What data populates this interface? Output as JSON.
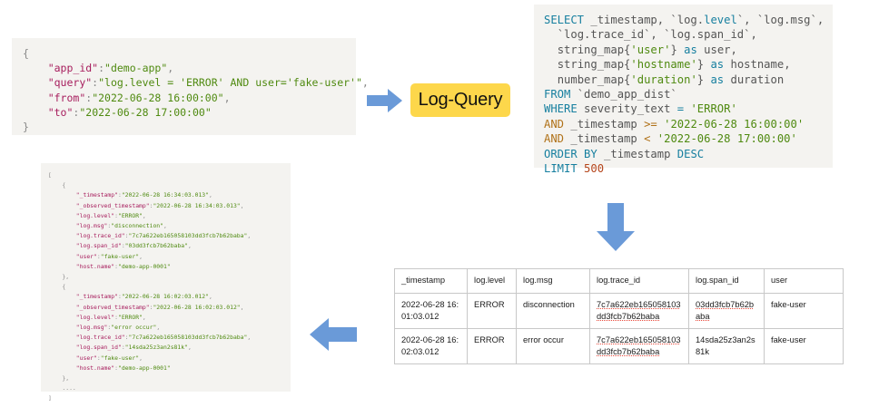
{
  "diagram": {
    "title": "Log-Query flow",
    "badge_label": "Log-Query",
    "arrows": [
      {
        "name": "arrow-right",
        "direction": "right",
        "color": "#6a9ad8"
      },
      {
        "name": "arrow-down",
        "direction": "down",
        "color": "#6a9ad8"
      },
      {
        "name": "arrow-left",
        "direction": "left",
        "color": "#6a9ad8"
      }
    ],
    "accent_color": "#fdd74b",
    "panel_bg": "#f4f3f0"
  },
  "request_json": {
    "lines": [
      "{",
      "    \"app_id\":\"demo-app\",",
      "    \"query\":\"log.level = 'ERROR' AND user='fake-user'\",",
      "    \"from\":\"2022-06-28 16:00:00\",",
      "    \"to\":\"2022-06-28 17:00:00\"",
      "}"
    ],
    "fields": {
      "app_id": "demo-app",
      "query": "log.level = 'ERROR' AND user='fake-user'",
      "from": "2022-06-28 16:00:00",
      "to": "2022-06-28 17:00:00"
    }
  },
  "sql": {
    "lines": [
      "SELECT _timestamp, `log.level`, `log.msg`,",
      "  `log.trace_id`, `log.span_id`,",
      "  string_map{'user'} as user,",
      "  string_map{'hostname'} as hostname,",
      "  number_map{'duration'} as duration",
      "FROM `demo_app_dist`",
      "WHERE severity_text = 'ERROR'",
      "AND _timestamp >= '2022-06-28 16:00:00'",
      "AND _timestamp < '2022-06-28 17:00:00'",
      "ORDER BY _timestamp DESC",
      "LIMIT 500"
    ],
    "table": "demo_app_dist",
    "limit": "500",
    "order_by": "_timestamp DESC"
  },
  "response_json": {
    "records": [
      {
        "_timestamp": "2022-06-28 16:34:03.013",
        "_observed_timestamp": "2022-06-28 16:34:03.013",
        "log.level": "ERROR",
        "log.msg": "disconnection",
        "log.trace_id": "7c7a622eb165058103dd3fcb7b62baba",
        "log.span_id": "03dd3fcb7b62baba",
        "user": "fake-user",
        "host.name": "demo-app-0001"
      },
      {
        "_timestamp": "2022-06-28 16:02:03.012",
        "_observed_timestamp": "2022-06-28 16:02:03.012",
        "log.level": "ERROR",
        "log.msg": "error occur",
        "log.trace_id": "7c7a622eb165058103dd3fcb7b62baba",
        "log.span_id": "14sda25z3an2s81k",
        "user": "fake-user",
        "host.name": "demo-app-0001"
      }
    ],
    "ellipsis": "...."
  },
  "results_table": {
    "columns": [
      "_timestamp",
      "log.level",
      "log.msg",
      "log.trace_id",
      "log.span_id",
      "user"
    ],
    "rows": [
      {
        "_timestamp": "2022-06-28 16:01:03.012",
        "log.level": "ERROR",
        "log.msg": "disconnection",
        "log.trace_id": "7c7a622eb165058103dd3fcb7b62baba",
        "log.span_id": "03dd3fcb7b62baba",
        "user": "fake-user"
      },
      {
        "_timestamp": "2022-06-28 16:02:03.012",
        "log.level": "ERROR",
        "log.msg": "error occur",
        "log.trace_id": "7c7a622eb165058103dd3fcb7b62baba",
        "log.span_id": "14sda25z3an2s81k",
        "user": "fake-user"
      }
    ]
  }
}
